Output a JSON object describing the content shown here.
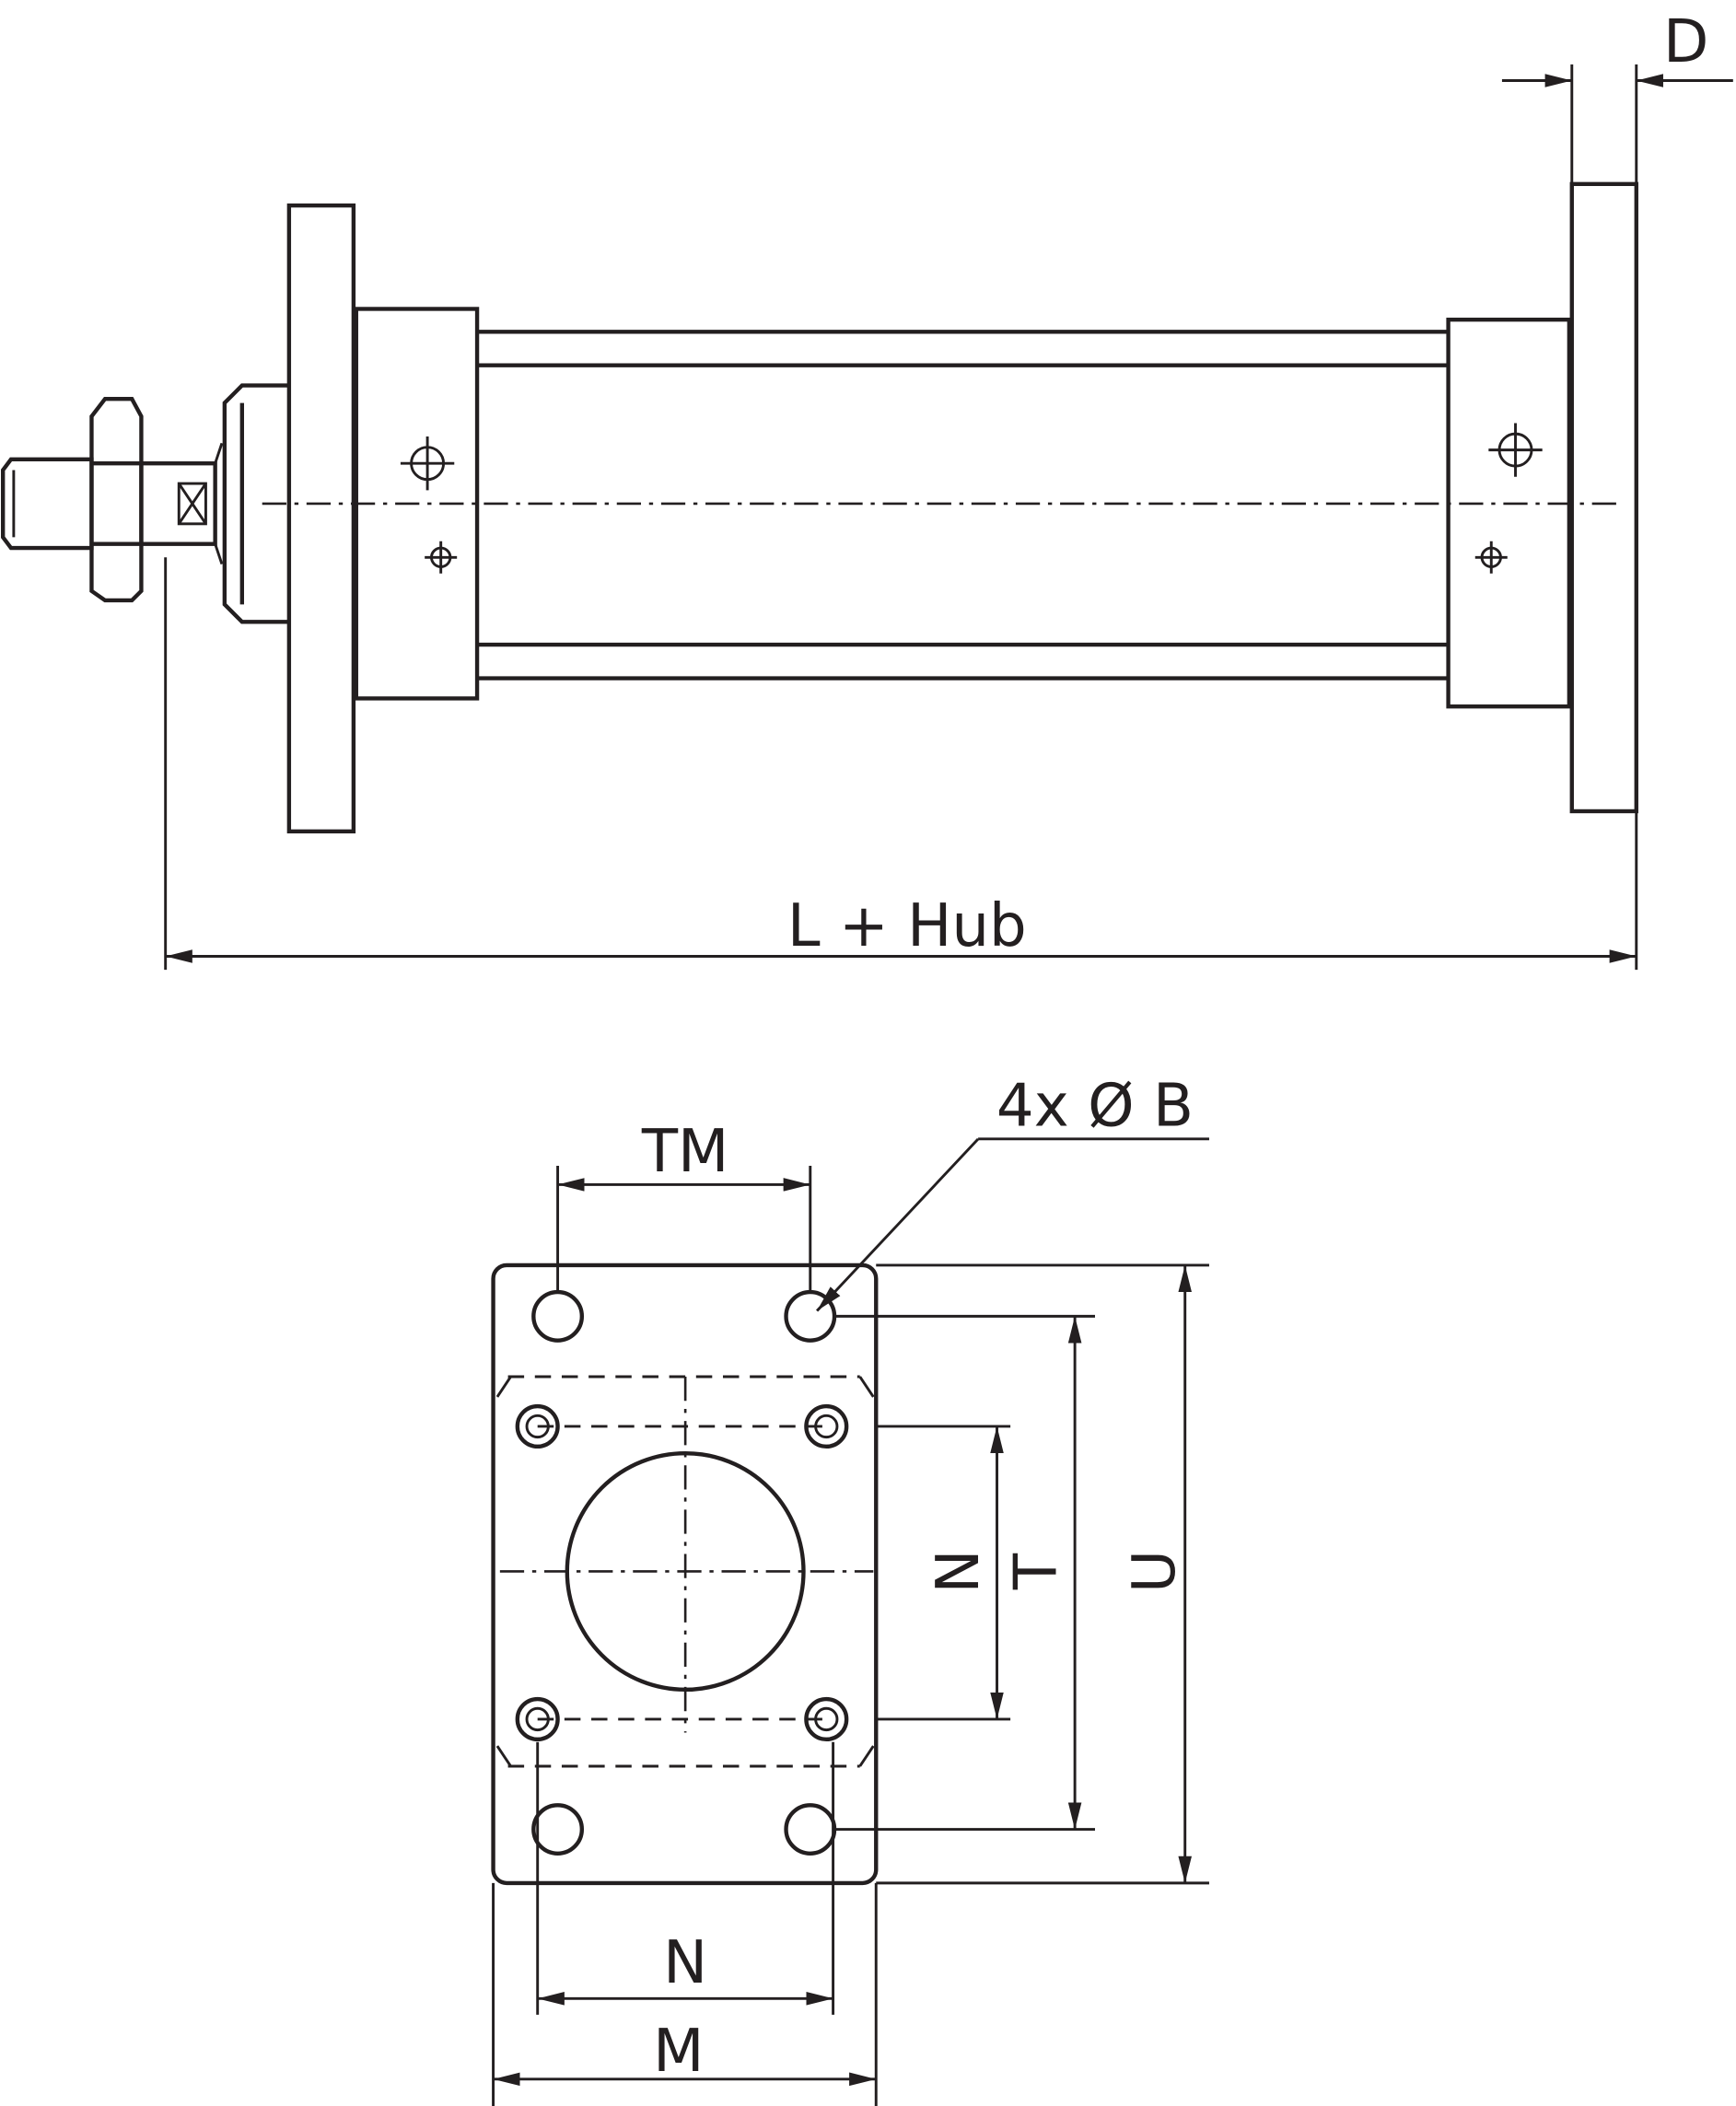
{
  "labels": {
    "d": "D",
    "length": "L + Hub",
    "holes": "4x Ø B",
    "tm": "TM",
    "n_vertical": "N",
    "t": "T",
    "u": "U",
    "n_horizontal": "N",
    "m": "M"
  },
  "colors": {
    "line": "#231f20",
    "background": "#ffffff"
  }
}
